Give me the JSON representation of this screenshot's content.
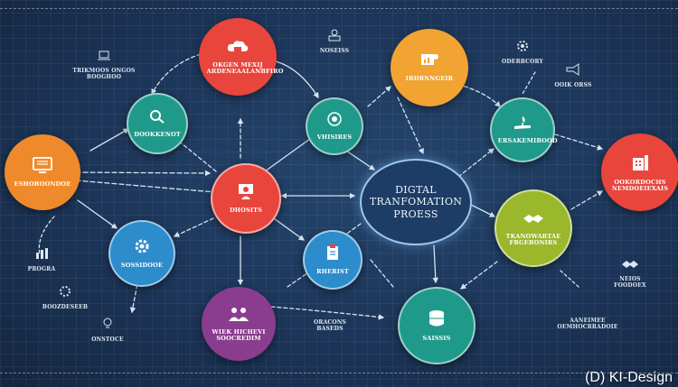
{
  "center": {
    "line1": "DIGTAL",
    "line2": "TRANFOMATION",
    "line3": "PROESS"
  },
  "nodes": {
    "top_red": "OKGEN MEXIJ ARDENEAALANBFIRO",
    "top_orange": "IBDRNNGEIR",
    "teal_upper_left": "DOOKKENOT",
    "teal_vision": "VHISIRES",
    "teal_right": "ERSAKEMIBOOD",
    "orange_left": "ESHOBOONDOE",
    "red_center": "DHOSITS",
    "red_right": "OOKORDOCHS NEMDOEIEXAIS",
    "green_right": "TKANOWARTAE FRGEBONIRS",
    "blue_left": "SOSSIDOOE",
    "blue_center": "RHERIST",
    "purple_bottom": "WIEK HICHEVI SOOCREDIM",
    "teal_bottom": "SAISSIS"
  },
  "satellites": {
    "top_left": "TRIKMOOS ONGOS BOOGHOO",
    "top_mid": "NOSEISS",
    "top_right": "ODERBCORY",
    "right_upper": "OOIK ORSS",
    "left_icons": "PROGRA",
    "left_gear": "BOOZDESEEB",
    "bottom_left": "ONSTOCE",
    "bottom_mid": "ORACONS BASEDS",
    "right_lower": "NEIOS FOODOEX",
    "bottom_right_line1": "AANEIMEE",
    "bottom_right_line2": "OEMHOCRRADOIE"
  },
  "credit": "(D) KI-Design",
  "colors": {
    "background": "#1c3558",
    "red": "#e8453c",
    "orange": "#ee8a2c",
    "amber": "#f1a432",
    "teal": "#1f9a8a",
    "blue": "#2c8ccc",
    "purple": "#8a3d8e",
    "green": "#9bb72b",
    "accent_line": "#d8e4f2"
  }
}
